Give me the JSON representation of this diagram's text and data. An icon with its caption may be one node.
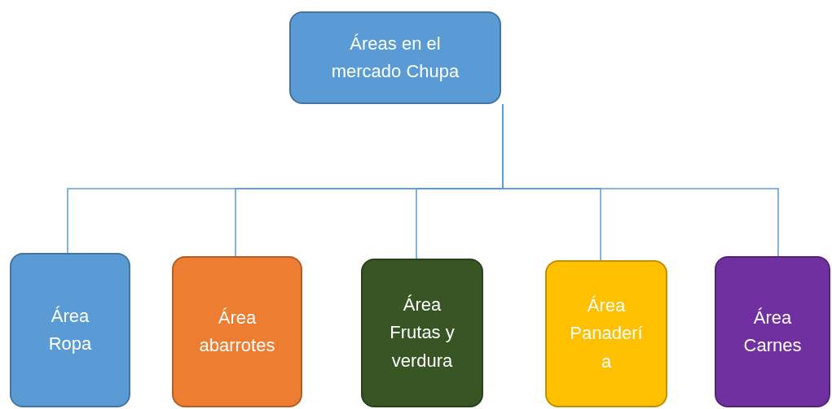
{
  "diagram": {
    "nodes": [
      {
        "text": [
          "Áreas en el mercado Chupa"
        ]
      },
      {
        "text": [
          "Área Ropa"
        ]
      },
      {
        "text": [
          "Área abarrotes"
        ]
      },
      {
        "text": [
          "Área Frutas y verdura"
        ]
      },
      {
        "text": [
          "Área Panadería"
        ]
      },
      {
        "text": [
          "Área Carnes"
        ]
      }
    ],
    "edges": [
      {
        "from": 0,
        "to": 1,
        "arrow": "none"
      },
      {
        "from": 0,
        "to": 2,
        "arrow": "none"
      },
      {
        "from": 0,
        "to": 3,
        "arrow": "none"
      },
      {
        "from": 0,
        "to": 4,
        "arrow": "none"
      },
      {
        "from": 0,
        "to": 5,
        "arrow": "none"
      }
    ]
  }
}
